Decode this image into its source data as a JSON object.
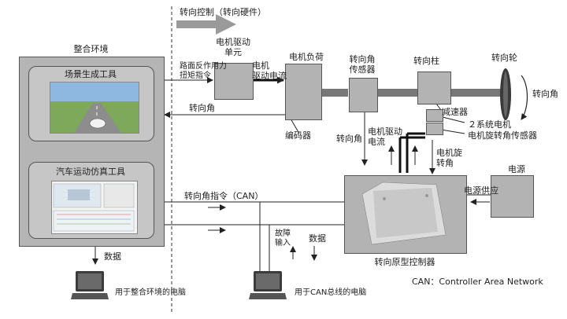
{
  "header": {
    "steering_control": "转向控制（转向硬件）"
  },
  "integrated_env": {
    "title": "整合环境",
    "scene_tool": "场景生成工具",
    "vehicle_tool": "汽车运动仿真工具"
  },
  "blocks": {
    "motor_drive_unit": "电机驱动\n单元",
    "motor_load": "电机负荷",
    "steering_angle_sensor": "转向角\n传感器",
    "steering_column": "转向柱",
    "steering_wheel": "转向轮",
    "power_supply": "电源",
    "prototype_controller": "转向原型控制器"
  },
  "labels": {
    "road_reaction_cmd": "路面反作用力\n扭矩指令",
    "motor_drive_current_top": "电机\n驱动电流",
    "steering_angle_back": "转向角",
    "encoder": "编码器",
    "reducer": "减速器",
    "two_system_motor": "２系统电机",
    "motor_rotation_sensor": "电机旋转角传感器",
    "steering_angle_right": "转向角",
    "steering_angle_down": "转向角",
    "motor_drive_current_down": "电机驱动\n电流",
    "motor_rotation_angle": "电机旋\n转角",
    "power_supply_label": "电源供应",
    "steering_cmd_can": "转向角指令（CAN）",
    "fault_input": "故障\n输入",
    "data_mid": "数据",
    "data_left": "数据",
    "pc_integrated": "用于整合环境的电脑",
    "pc_can": "用于CAN总线的电脑",
    "can_note": "CAN：Controller Area Network"
  },
  "icons": {
    "arrow": "arrow-icon",
    "steering_wheel": "steering-wheel-icon",
    "laptop": "laptop-icon"
  },
  "colors": {
    "box_fill": "#b5b5b5",
    "arrow_gray": "#9a9a9a",
    "line": "#222222",
    "road_sky": "#8fb8e0"
  }
}
